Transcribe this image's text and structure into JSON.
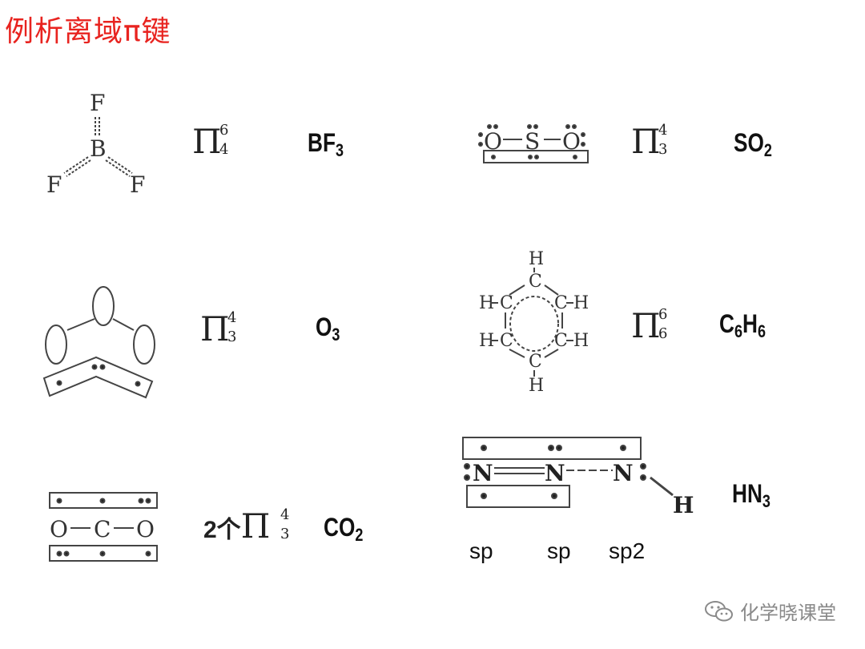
{
  "title": "例析离域π键",
  "watermark": {
    "text": "化学晓课堂",
    "icon": "wechat-icon"
  },
  "items": [
    {
      "formula_main": "BF",
      "formula_sub": "3",
      "pi_prefix": "",
      "pi_sup": "6",
      "pi_sub": "4"
    },
    {
      "formula_main": "SO",
      "formula_sub": "2",
      "pi_prefix": "",
      "pi_sup": "4",
      "pi_sub": "3"
    },
    {
      "formula_main": "O",
      "formula_sub": "3",
      "pi_prefix": "",
      "pi_sup": "4",
      "pi_sub": "3"
    },
    {
      "formula_main": "C",
      "formula_sub": "6",
      "formula_main2": "H",
      "formula_sub2": "6",
      "pi_prefix": "",
      "pi_sup": "6",
      "pi_sub": "6"
    },
    {
      "formula_main": "CO",
      "formula_sub": "2",
      "pi_prefix": "2个",
      "pi_sup": "4",
      "pi_sub": "3"
    },
    {
      "formula_main": "HN",
      "formula_sub": "3",
      "hybridizations": [
        "sp",
        "sp",
        "sp2"
      ]
    }
  ],
  "structures": {
    "bf3": {
      "atoms": [
        "F",
        "B",
        "F",
        "F"
      ]
    },
    "so2": {
      "atoms": [
        "O",
        "S",
        "O"
      ]
    },
    "c6h6": {
      "atoms": [
        "H",
        "C",
        "H",
        "C",
        "C",
        "H",
        "H",
        "C",
        "C",
        "H",
        "C",
        "H"
      ]
    },
    "co2": {
      "atoms": [
        "O",
        "C",
        "O"
      ]
    },
    "hn3": {
      "atoms": [
        "N",
        "N",
        "N",
        "H"
      ]
    }
  }
}
